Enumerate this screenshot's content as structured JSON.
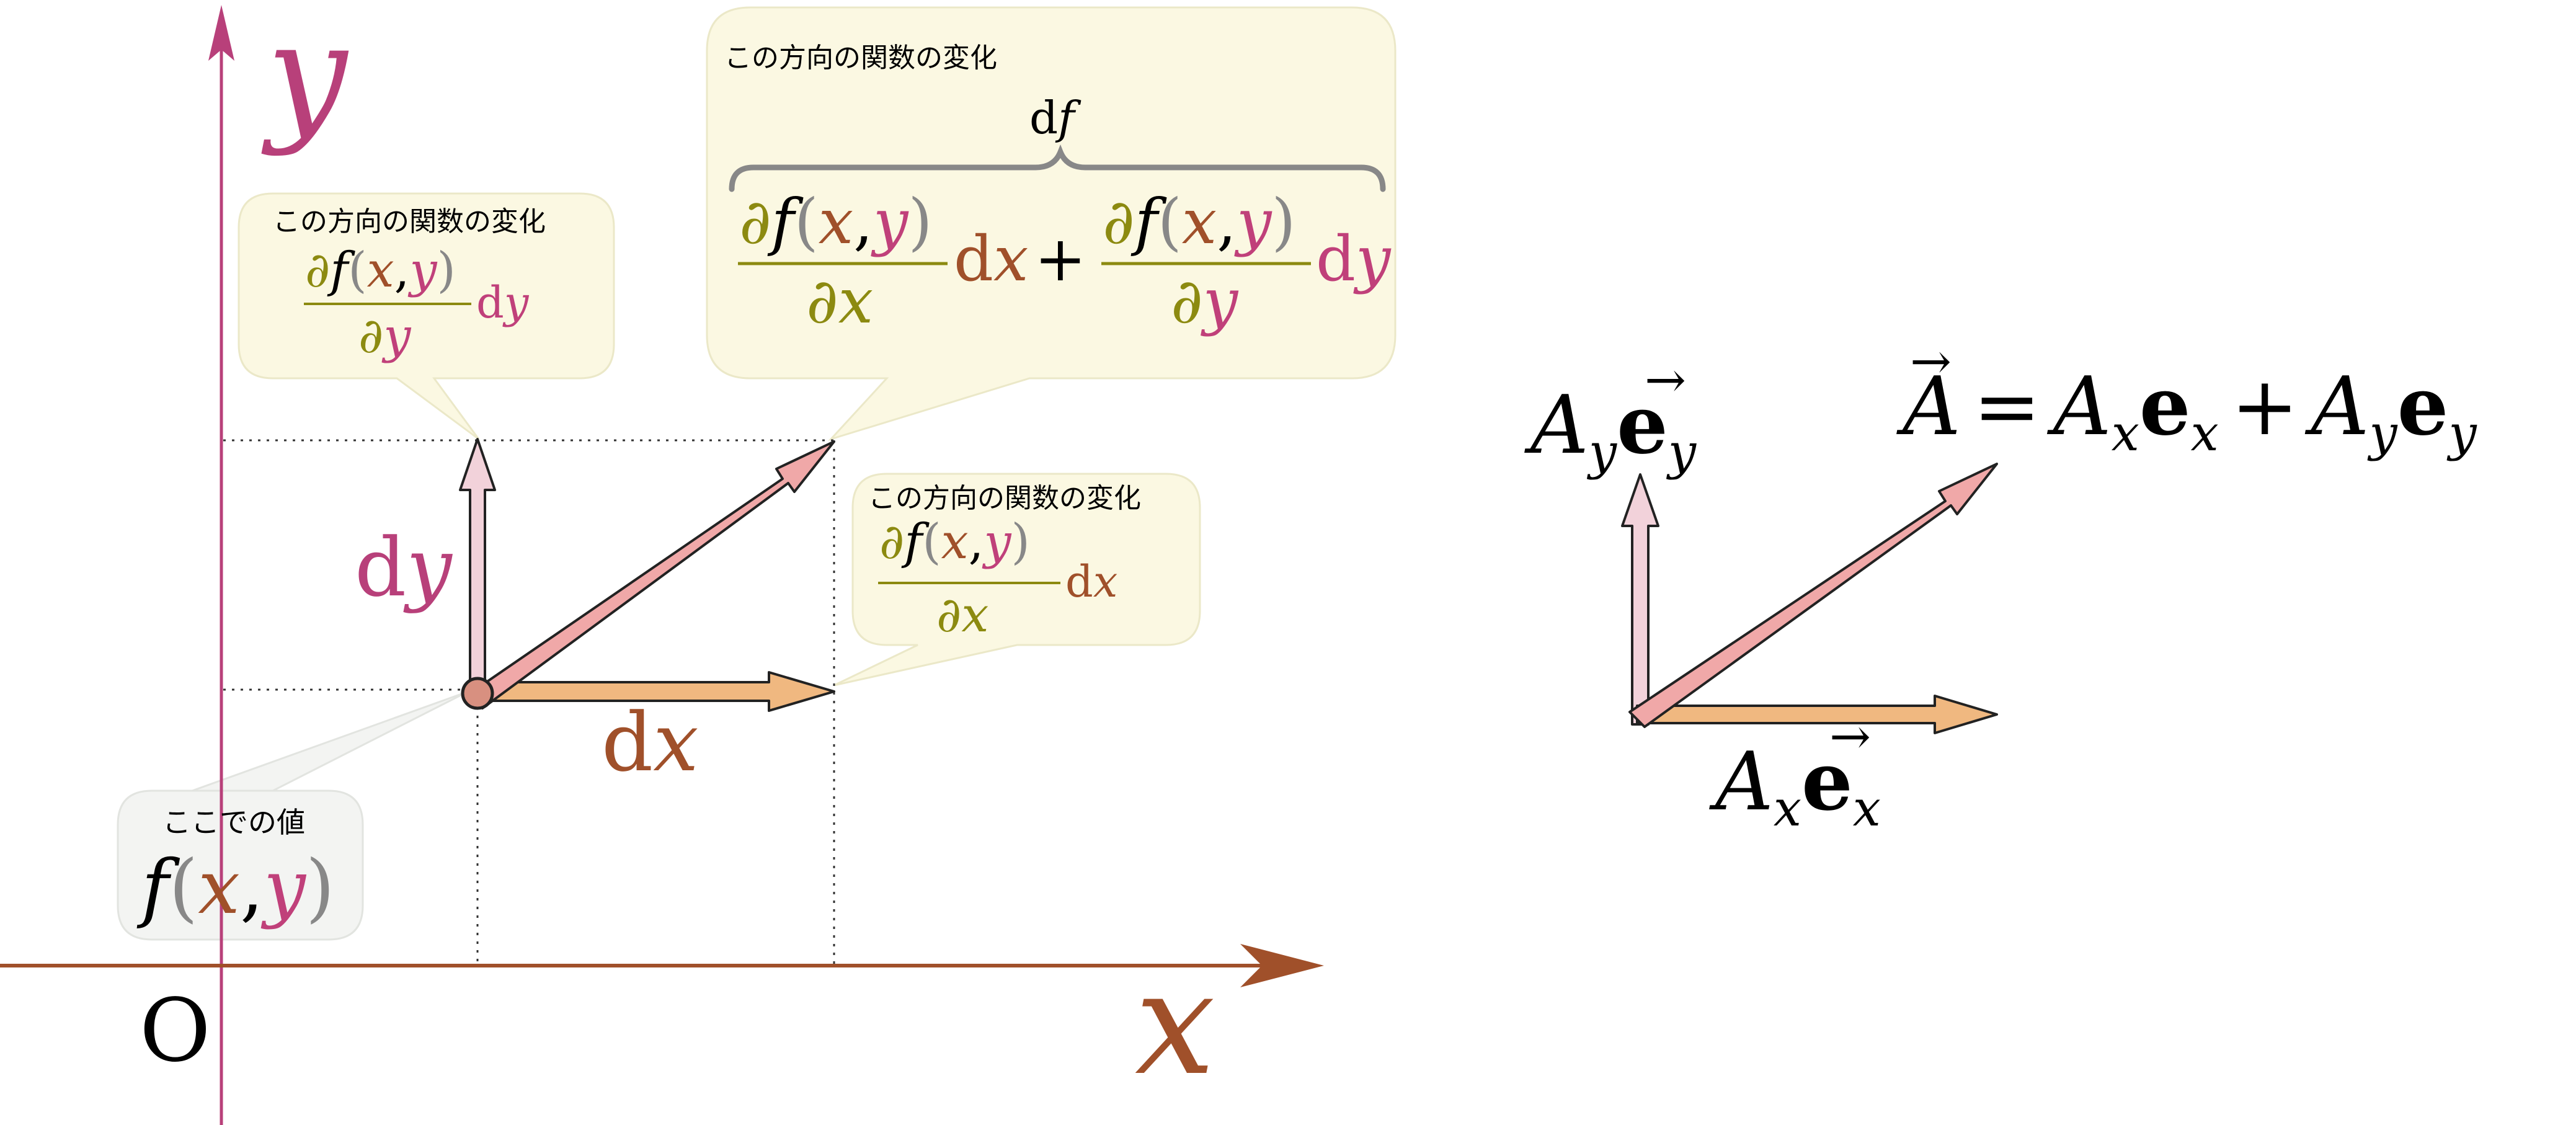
{
  "colors": {
    "x_axis": "#a0502a",
    "y_axis": "#b8407a",
    "olive": "#8c8a10",
    "orange_text": "#a0502a",
    "magenta_text": "#c0407a",
    "gray_paren": "#888888",
    "arrow_diag": "#f0a8a8",
    "arrow_dx": "#f0b880",
    "arrow_dy": "#f2d2da",
    "bubble_yellow": "#fbf8e2",
    "bubble_gray": "#f3f4f2"
  },
  "icons": {
    "x_axis_arrowhead": "arrowhead-icon",
    "y_axis_arrowhead": "arrowhead-icon",
    "origin_point": "point-icon",
    "brace": "brace-icon"
  },
  "axes": {
    "x_label": "x",
    "y_label": "y",
    "origin_label": "O"
  },
  "labels": {
    "dy": "y",
    "dy_d": "d",
    "dx": "x",
    "dx_d": "d"
  },
  "bubbles": {
    "top_right": {
      "caption": "この方向の関数の変化",
      "df_d": "d",
      "df_f": "f",
      "partial": "∂",
      "f": "f",
      "lparen": "(",
      "x": "x",
      "comma": ",",
      "y": "y",
      "rparen": ")",
      "den_x": "x",
      "den_y": "y",
      "d": "d",
      "dx": "x",
      "dy": "y",
      "plus": "+"
    },
    "top_left": {
      "caption": "この方向の関数の変化",
      "partial": "∂",
      "f": "f",
      "lparen": "(",
      "x": "x",
      "comma": ",",
      "y": "y",
      "rparen": ")",
      "den_y": "y",
      "d": "d",
      "dy": "y"
    },
    "right": {
      "caption": "この方向の関数の変化",
      "partial": "∂",
      "f": "f",
      "lparen": "(",
      "x": "x",
      "comma": ",",
      "y": "y",
      "rparen": ")",
      "den_x": "x",
      "d": "d",
      "dx": "x"
    },
    "bottom": {
      "caption": "ここでの値",
      "f": "f",
      "lparen": "(",
      "x": "x",
      "comma": ",",
      "y": "y",
      "rparen": ")"
    }
  },
  "vector": {
    "A": "A",
    "arrow_accent": "→",
    "equals": "=",
    "plus": "+",
    "sub_x": "x",
    "sub_y": "y",
    "e": "e",
    "ay_A": "A",
    "ay_sub": "y",
    "ay_e": "e",
    "ay_esub": "y",
    "ax_A": "A",
    "ax_sub": "x",
    "ax_e": "e",
    "ax_esub": "x"
  }
}
